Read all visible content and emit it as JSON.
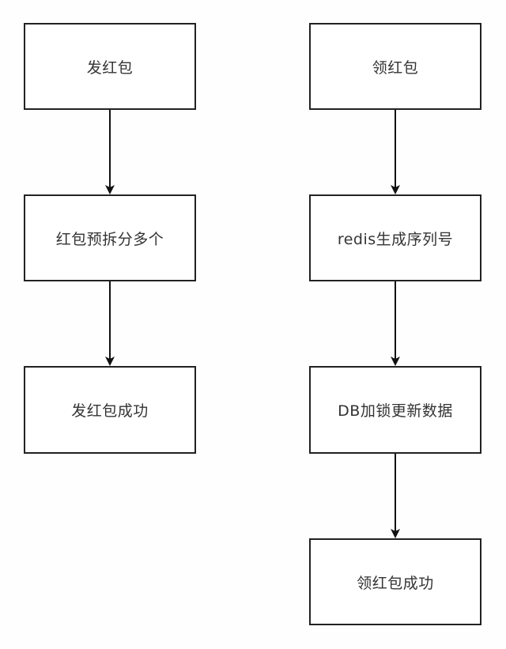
{
  "diagram": {
    "left_flow": {
      "steps": [
        {
          "label": "发红包"
        },
        {
          "label": "红包预拆分多个"
        },
        {
          "label": "发红包成功"
        }
      ]
    },
    "right_flow": {
      "steps": [
        {
          "label": "领红包"
        },
        {
          "label": "redis生成序列号"
        },
        {
          "label": "DB加锁更新数据"
        },
        {
          "label": "领红包成功"
        }
      ]
    }
  }
}
